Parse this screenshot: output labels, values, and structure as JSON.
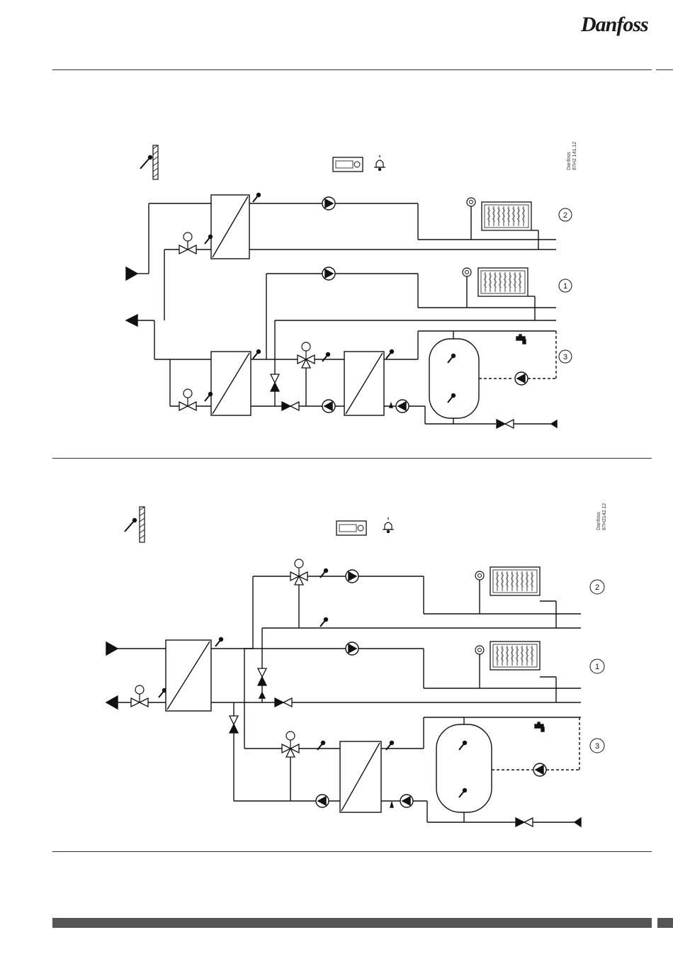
{
  "brand": {
    "logo_text": "Danfoss"
  },
  "diagram_top": {
    "ref_line1": "Danfoss",
    "ref_line2": "87H2 141.12",
    "circuit_labels": [
      "2",
      "1",
      "3"
    ]
  },
  "diagram_bottom": {
    "ref_line1": "Danfoss",
    "ref_line2": "87H2142.12",
    "circuit_labels": [
      "2",
      "1",
      "3"
    ]
  }
}
